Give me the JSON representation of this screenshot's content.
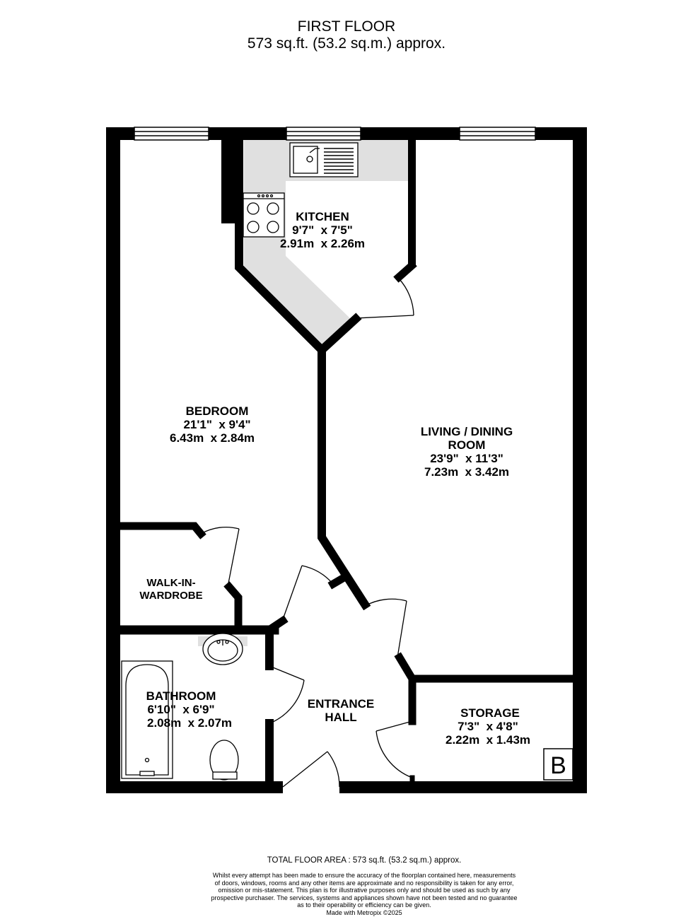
{
  "header": {
    "floor": "FIRST FLOOR",
    "area": "573 sq.ft. (53.2 sq.m.) approx."
  },
  "rooms": {
    "kitchen": {
      "name": "KITCHEN",
      "imperial": "9'7\"  x 7'5\"",
      "metric": "2.91m  x 2.26m"
    },
    "bedroom": {
      "name": "BEDROOM",
      "imperial": "21'1\"  x 9'4\"",
      "metric": "6.43m  x 2.84m"
    },
    "living": {
      "name_line1": "LIVING / DINING",
      "name_line2": "ROOM",
      "imperial": "23'9\"  x 11'3\"",
      "metric": "7.23m  x 3.42m"
    },
    "wardrobe": {
      "name_line1": "WALK-IN-",
      "name_line2": "WARDROBE"
    },
    "bathroom": {
      "name": "BATHROOM",
      "imperial": "6'10\"  x 6'9\"",
      "metric": "2.08m  x 2.07m"
    },
    "hall": {
      "name_line1": "ENTRANCE",
      "name_line2": "HALL"
    },
    "storage": {
      "name": "STORAGE",
      "imperial": "7'3\"  x 4'8\"",
      "metric": "2.22m  x 1.43m"
    },
    "boiler_label": "B"
  },
  "footer": {
    "total": "TOTAL FLOOR AREA : 573 sq.ft. (53.2 sq.m.) approx.",
    "disclaimer_lines": [
      "Whilst every attempt has been made to ensure the accuracy of the floorplan contained here, measurements",
      "of doors, windows, rooms and any other items are approximate and no responsibility is taken for any error,",
      "omission or mis-statement. This plan is for illustrative purposes only and should be used as such by any",
      "prospective purchaser. The services, systems and appliances shown have not been tested and no guarantee",
      "as to their operability or efficiency can be given.",
      "Made with Metropix ©2025"
    ]
  },
  "colors": {
    "wall": "#000000",
    "worktop": "#e0e0e0",
    "background": "#ffffff"
  }
}
